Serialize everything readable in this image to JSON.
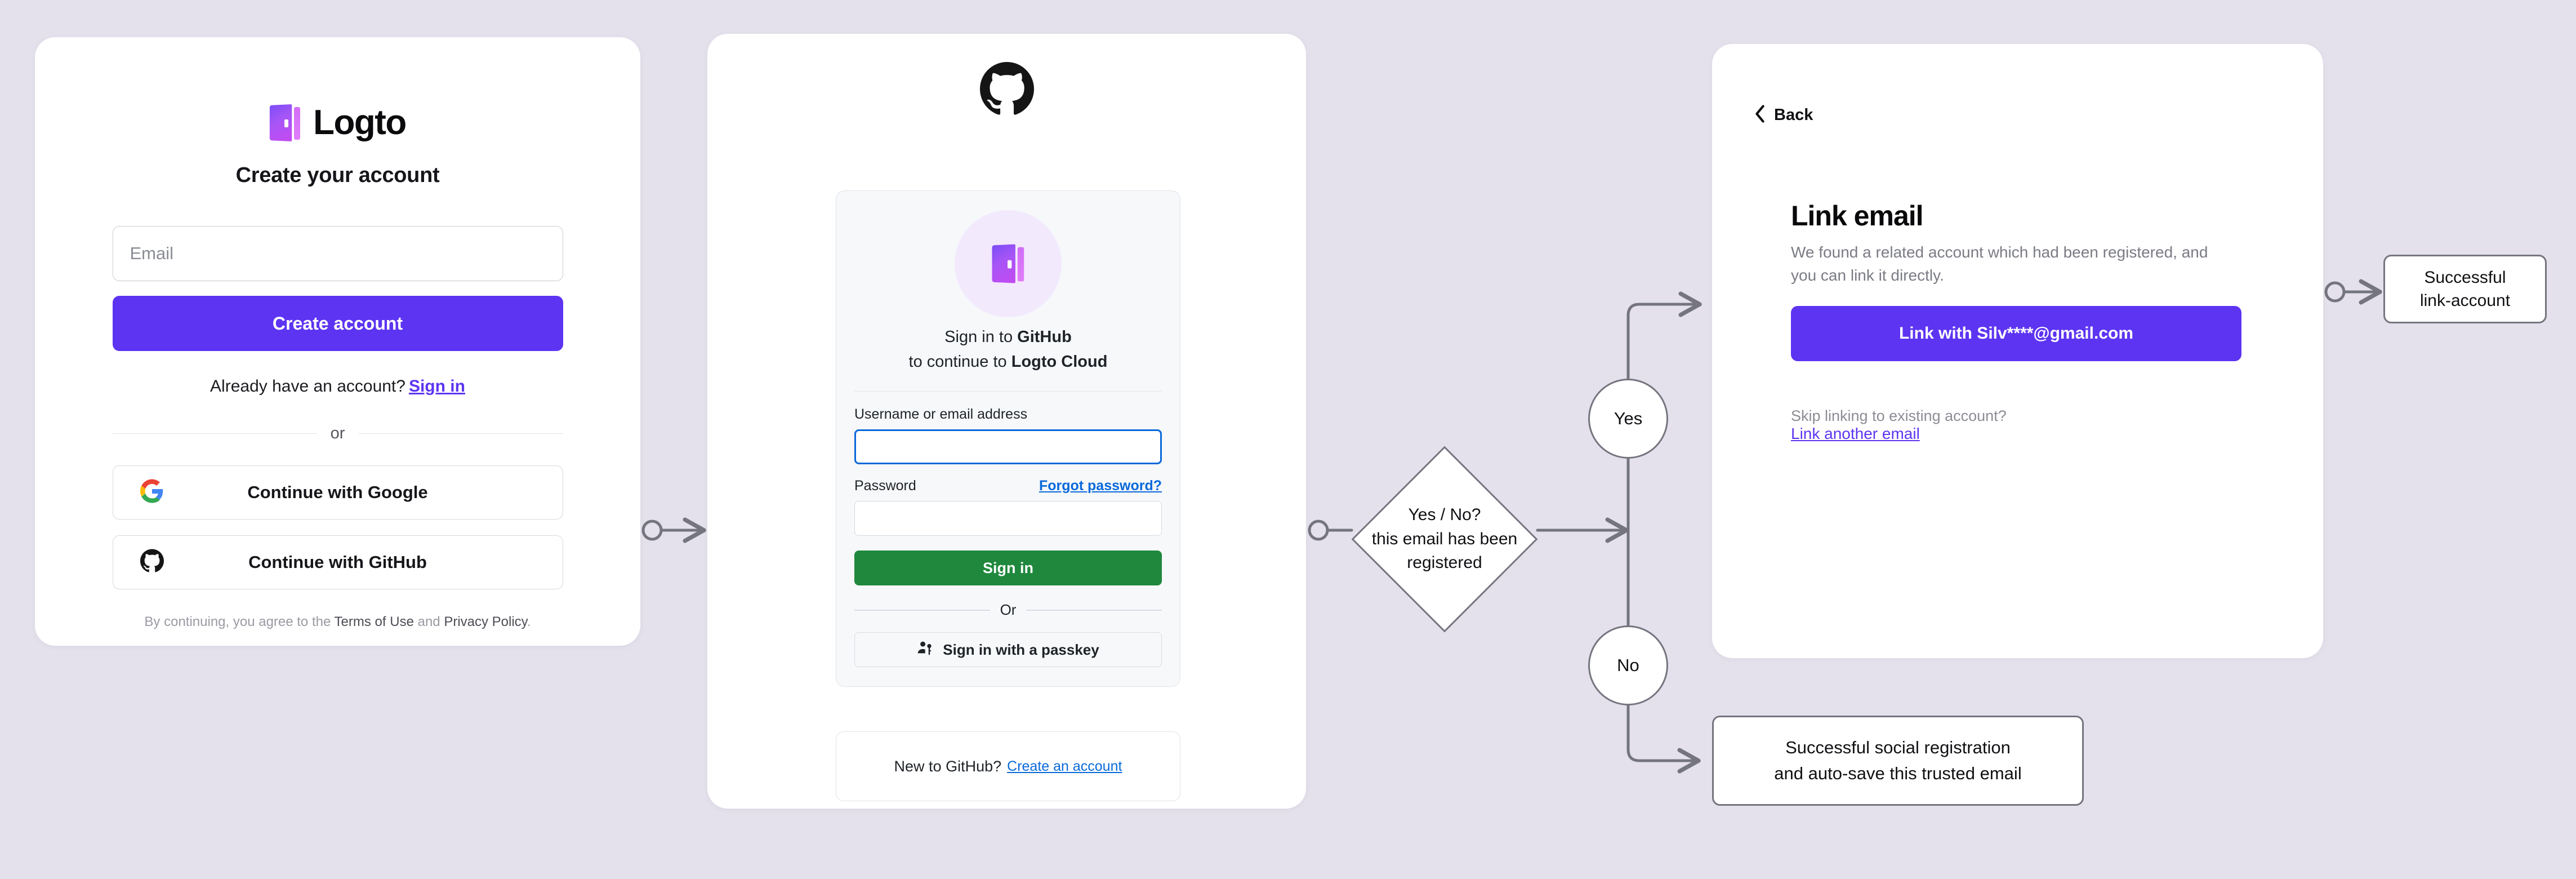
{
  "canvas": {
    "background": "#e4e1ec"
  },
  "theme": {
    "brand_purple": "#5d34f2",
    "github_green": "#1f883d",
    "github_blue": "#0969da",
    "flow_stroke": "#75757f"
  },
  "logto_card": {
    "brand_name": "Logto",
    "title": "Create your account",
    "email_field": {
      "placeholder": "Email",
      "value": ""
    },
    "create_button": "Create account",
    "signin_prompt": "Already have an account?",
    "signin_link": "Sign in",
    "divider": "or",
    "social": [
      {
        "icon": "google-icon",
        "label": "Continue with Google"
      },
      {
        "icon": "github-icon",
        "label": "Continue with GitHub"
      }
    ],
    "terms": {
      "lead": "By continuing, you agree to the ",
      "terms_link": "Terms of Use",
      "conjunction": " and ",
      "privacy_link": "Privacy Policy",
      "trailing": "."
    }
  },
  "github_card": {
    "logo_icon": "github-icon",
    "panel": {
      "app_icon": "logto-icon",
      "heading_line1_prefix": "Sign in to ",
      "heading_line1_strong": "GitHub",
      "heading_line2_prefix": "to continue to ",
      "heading_line2_strong": "Logto Cloud",
      "username_label": "Username or email address",
      "username_value": "",
      "password_label": "Password",
      "forgot_link": "Forgot password?",
      "password_value": "",
      "signin_button": "Sign in",
      "divider": "Or",
      "passkey_icon": "passkey-person-key-icon",
      "passkey_button": "Sign in with a passkey"
    },
    "footer": {
      "prompt": "New to GitHub?",
      "link": "Create an account"
    }
  },
  "link_email_card": {
    "back_icon": "chevron-left-icon",
    "back_label": "Back",
    "title": "Link email",
    "description": "We found a related account which had been registered, and you can link it directly.",
    "primary_button": "Link with Silv****@gmail.com",
    "skip_text": "Skip linking to existing account?",
    "alt_link": "Link another email"
  },
  "flow": {
    "decision": {
      "line1": "Yes / No?",
      "line2": "this email has been",
      "line3": "registered"
    },
    "branch_yes": "Yes",
    "branch_no": "No",
    "outcome_link_line1": "Successful",
    "outcome_link_line2": "link-account",
    "outcome_social_line1": "Successful social registration",
    "outcome_social_line2": "and auto-save this trusted email"
  }
}
